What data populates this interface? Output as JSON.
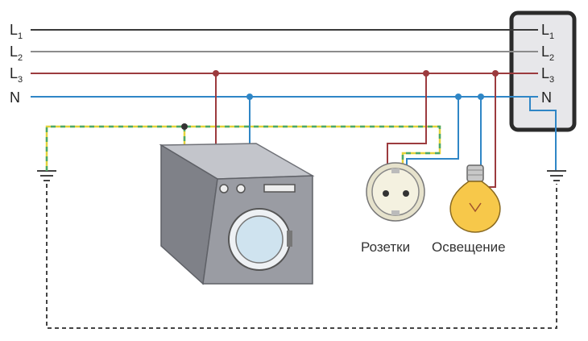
{
  "lines_left": [
    {
      "letter": "L",
      "index": "1",
      "color": "#3a3a3a"
    },
    {
      "letter": "L",
      "index": "2",
      "color": "#8c8c8c"
    },
    {
      "letter": "L",
      "index": "3",
      "color": "#9c3b3e"
    },
    {
      "letter": "N",
      "index": "",
      "color": "#2f86c6"
    }
  ],
  "panel_labels": [
    {
      "letter": "L",
      "index": "1"
    },
    {
      "letter": "L",
      "index": "2"
    },
    {
      "letter": "L",
      "index": "3"
    },
    {
      "letter": "N",
      "index": ""
    }
  ],
  "captions": {
    "sockets": "Розетки",
    "lighting": "Освещение"
  },
  "colors": {
    "phase_l1": "#3a3a3a",
    "phase_l2": "#8c8c8c",
    "phase_l3": "#9c3b3e",
    "neutral": "#2f86c6",
    "ground_yellow": "#e3d23a",
    "ground_green": "#4aa86b",
    "panel_border": "#2b2b2b",
    "panel_fill": "#e7e7ea",
    "machine_body": "#9a9ca3",
    "machine_top": "#c3c5cb",
    "bulb_glow": "#f7c84a"
  }
}
